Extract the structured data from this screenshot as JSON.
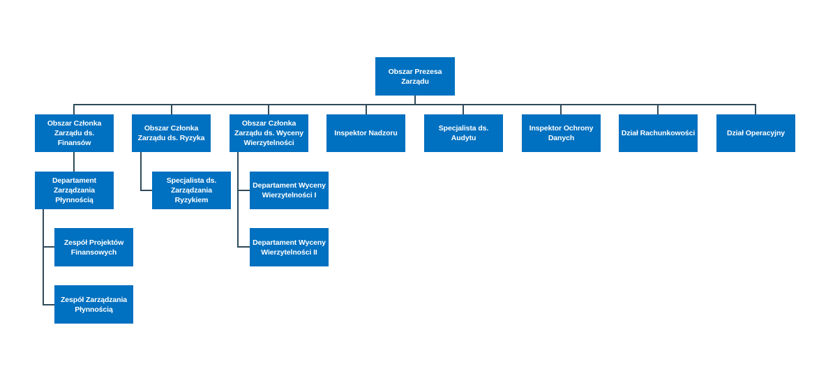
{
  "colors": {
    "background": "#FFFFFF",
    "node_fill": "#0070C0",
    "node_text": "#FFFFFF",
    "connector": "#2F4A5A"
  },
  "org": {
    "label": "Obszar Prezesa Zarządu",
    "children": [
      {
        "label": "Obszar Członka Zarządu ds. Finansów",
        "children": [
          {
            "label": "Departament Zarządzania Płynnością",
            "children": [
              {
                "label": "Zespół Projektów Finansowych"
              },
              {
                "label": "Zespół Zarządzania Płynnością"
              }
            ]
          }
        ]
      },
      {
        "label": "Obszar Członka Zarządu ds. Ryzyka",
        "children": [
          {
            "label": "Specjalista ds. Zarządzania Ryzykiem"
          }
        ]
      },
      {
        "label": "Obszar Członka Zarządu ds. Wyceny Wierzytelności",
        "children": [
          {
            "label": "Departament Wyceny Wierzytelności I"
          },
          {
            "label": "Departament Wyceny Wierzytelności II"
          }
        ]
      },
      {
        "label": "Inspektor Nadzoru"
      },
      {
        "label": "Specjalista ds. Audytu"
      },
      {
        "label": "Inspektor Ochrony Danych"
      },
      {
        "label": "Dział Rachunkowości"
      },
      {
        "label": "Dział Operacyjny"
      }
    ]
  }
}
